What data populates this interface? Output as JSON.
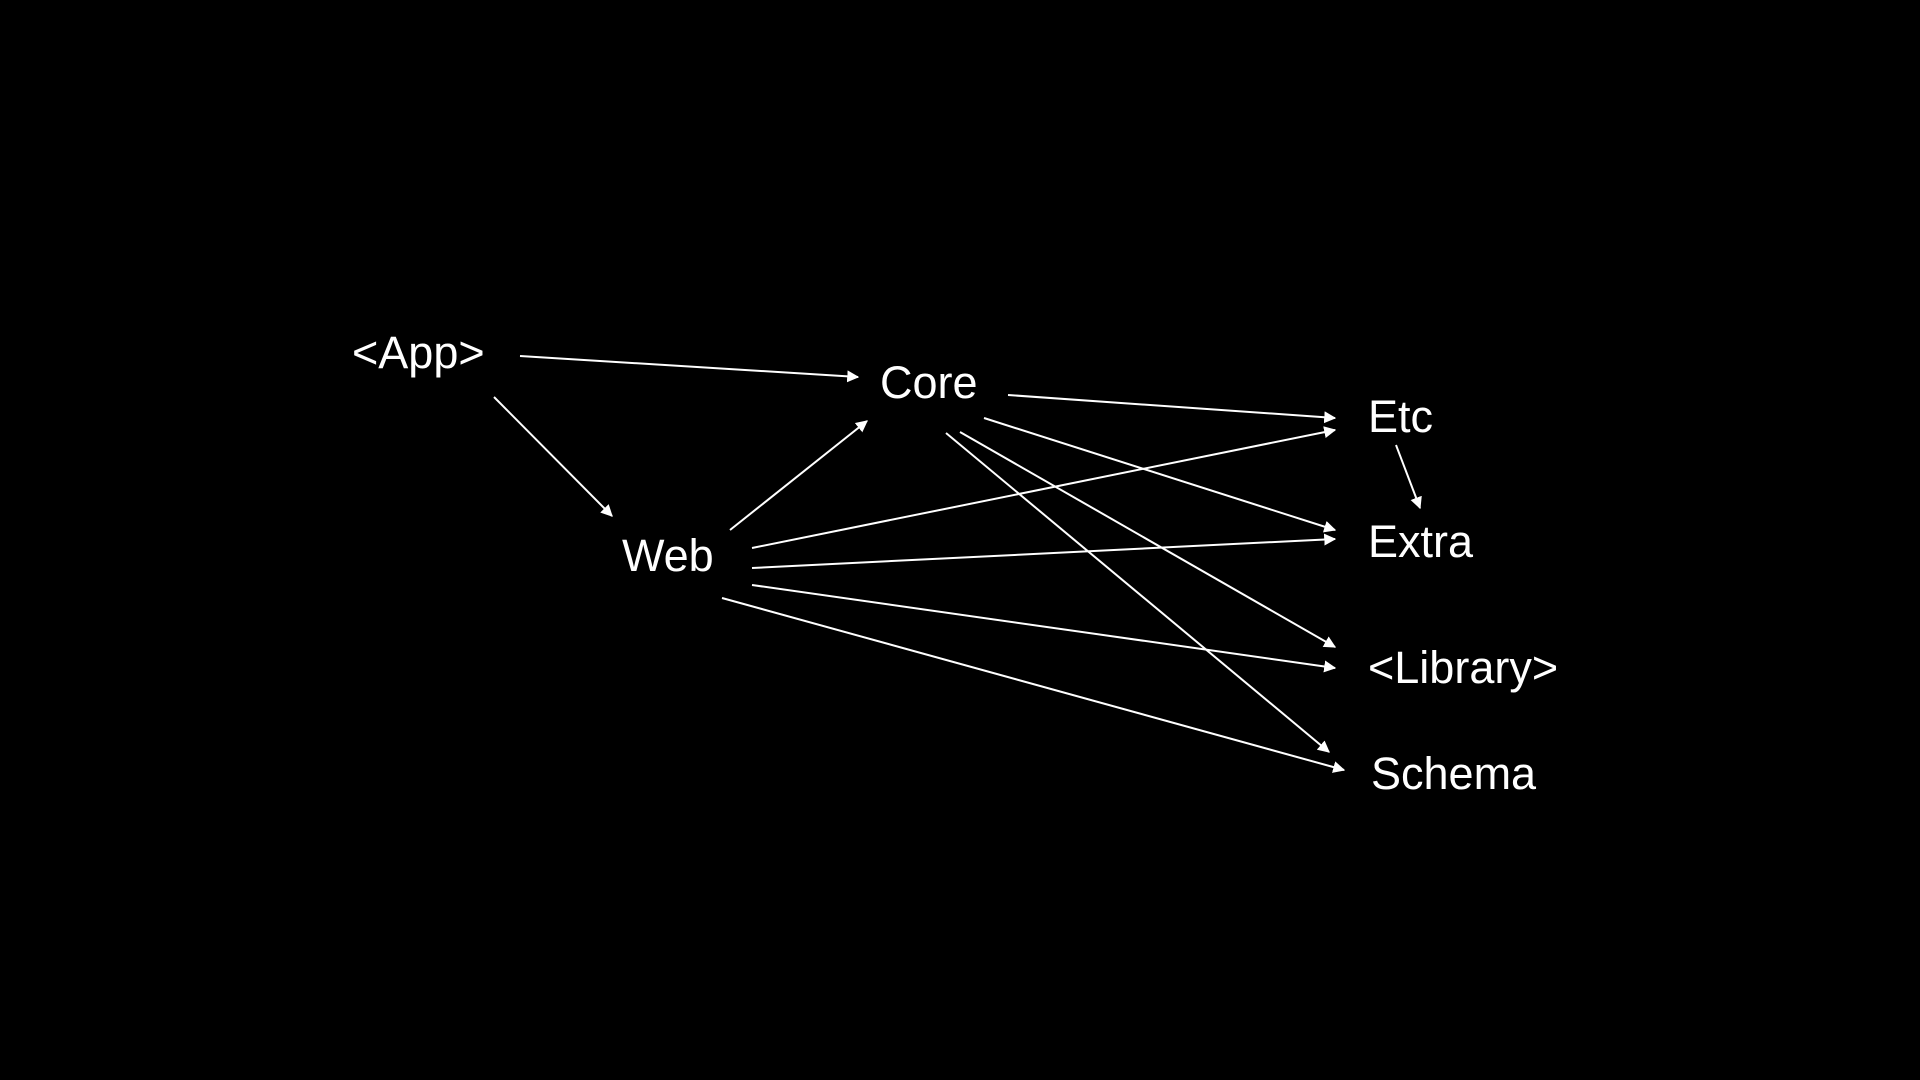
{
  "diagram": {
    "colors": {
      "background": "#000000",
      "foreground": "#ffffff"
    },
    "nodes": {
      "app": "<App>",
      "core": "Core",
      "web": "Web",
      "etc": "Etc",
      "extra": "Extra",
      "library": "<Library>",
      "schema": "Schema"
    },
    "edges": [
      {
        "from": "app",
        "to": "core"
      },
      {
        "from": "app",
        "to": "web"
      },
      {
        "from": "web",
        "to": "core"
      },
      {
        "from": "core",
        "to": "etc"
      },
      {
        "from": "core",
        "to": "extra"
      },
      {
        "from": "core",
        "to": "library"
      },
      {
        "from": "core",
        "to": "schema"
      },
      {
        "from": "web",
        "to": "etc"
      },
      {
        "from": "web",
        "to": "extra"
      },
      {
        "from": "web",
        "to": "library"
      },
      {
        "from": "web",
        "to": "schema"
      },
      {
        "from": "etc",
        "to": "extra"
      }
    ]
  }
}
